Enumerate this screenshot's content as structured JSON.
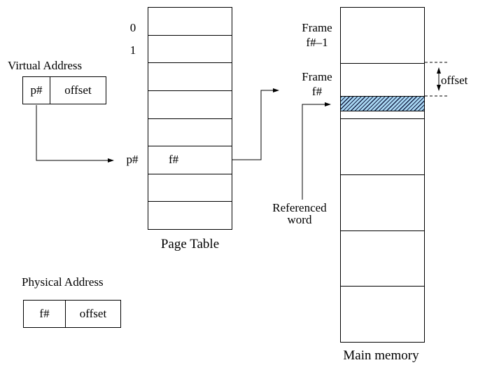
{
  "colors": {
    "hatch-bg": "#a9d7f3",
    "hatch-stripe": "#162145",
    "line": "#000000"
  },
  "virtual_address": {
    "title": "Virtual Address",
    "page_field": "p#",
    "offset_field": "offset"
  },
  "page_table": {
    "caption": "Page Table",
    "index_label_0": "0",
    "index_label_1": "1",
    "lookup_row_label": "p#",
    "entry_value": "f#",
    "row_count": 8
  },
  "main_memory": {
    "caption": "Main memory",
    "frame_prev_line1": "Frame",
    "frame_prev_line2": "f#–1",
    "frame_line1": "Frame",
    "frame_line2": "f#",
    "offset_label": "offset",
    "referenced_line1": "Referenced",
    "referenced_line2": "word",
    "row_count": 6
  },
  "physical_address": {
    "title": "Physical Address",
    "frame_field": "f#",
    "offset_field": "offset"
  }
}
